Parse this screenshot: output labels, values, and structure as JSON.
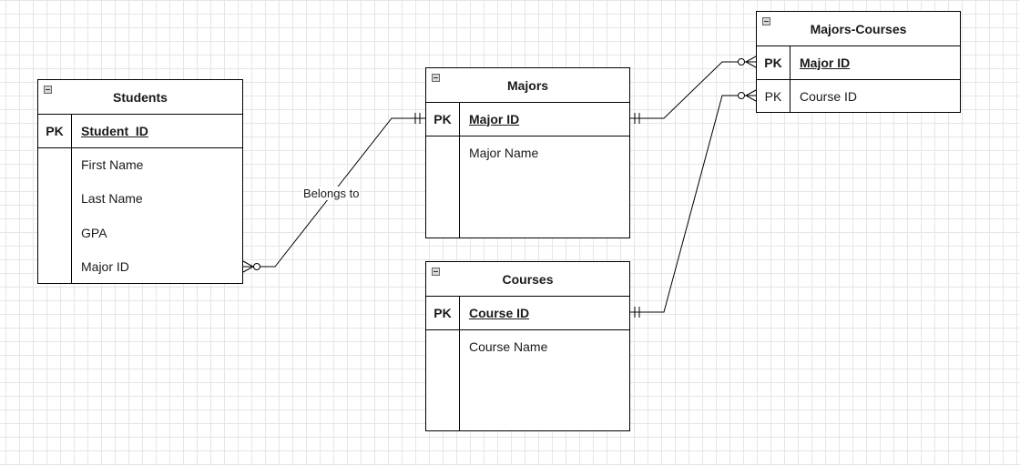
{
  "tables": {
    "students": {
      "title": "Students",
      "pk_label": "PK",
      "pk_field": "Student_ID",
      "fields": [
        "First Name",
        "Last Name",
        "GPA",
        "Major ID"
      ]
    },
    "majors": {
      "title": "Majors",
      "pk_label": "PK",
      "pk_field": "Major ID",
      "fields": [
        "Major Name"
      ]
    },
    "courses": {
      "title": "Courses",
      "pk_label": "PK",
      "pk_field": "Course ID",
      "fields": [
        "Course Name"
      ]
    },
    "majors_courses": {
      "title": "Majors-Courses",
      "pk1_label": "PK",
      "pk1_field": "Major ID",
      "pk2_label": "PK",
      "pk2_field": "Course ID"
    }
  },
  "relationships": {
    "students_majors_label": "Belongs to"
  }
}
